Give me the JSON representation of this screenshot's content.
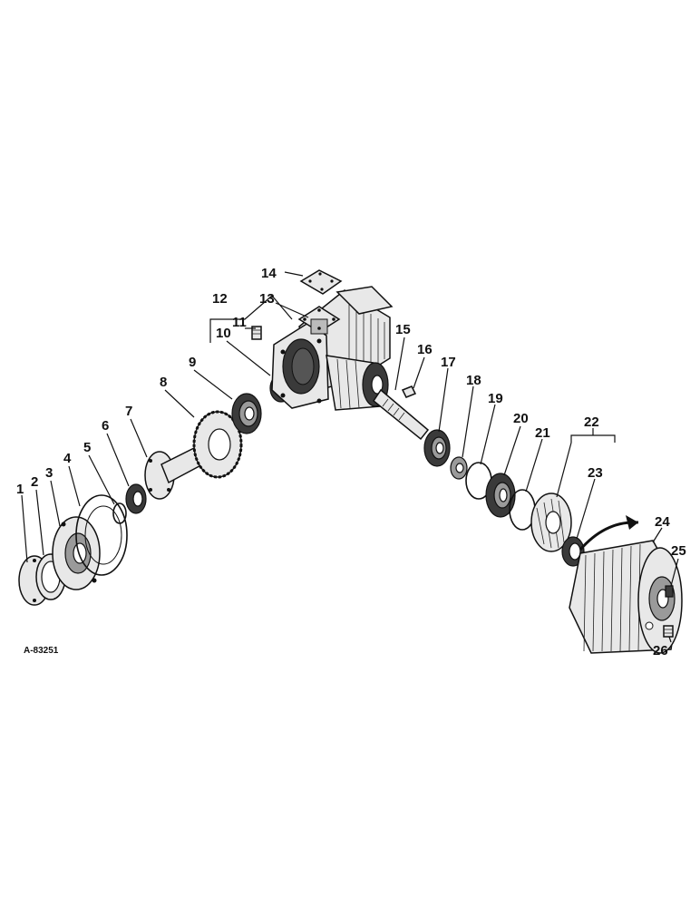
{
  "drawing_ref": "A-83251",
  "callouts": [
    "1",
    "2",
    "3",
    "4",
    "5",
    "6",
    "7",
    "8",
    "9",
    "10",
    "11",
    "12",
    "13",
    "14",
    "15",
    "16",
    "17",
    "18",
    "19",
    "20",
    "21",
    "22",
    "23",
    "24",
    "25",
    "26"
  ]
}
